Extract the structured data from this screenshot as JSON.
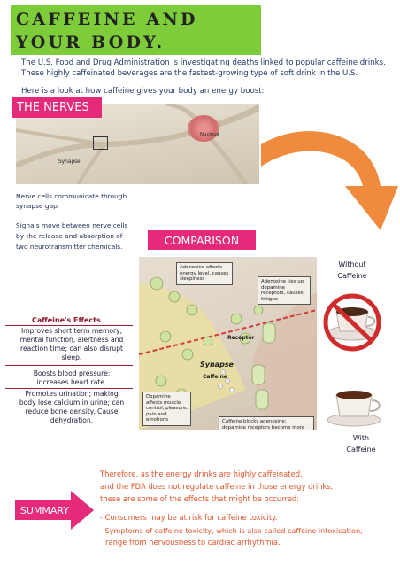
{
  "title": {
    "line1": "CAFFEINE AND",
    "line2": "YOUR BODY."
  },
  "intro": {
    "line1": "The U.S. Food and Drug Administration is investigating deaths linked to popular caffeine drinks.",
    "line2": "These highly caffeinated beverages are the fastest-growing type of soft drink in the U.S.",
    "line3": "Here is a look at how caffeine gives your body an energy boost:"
  },
  "nerves": {
    "heading": "THE NERVES",
    "nucleus_label": "Nucleus",
    "synapse_label": "Synapse",
    "text1_line1": "Nerve cells communicate through",
    "text1_line2": "synapse gap.",
    "text2_line1": "Signals move between nerve cells",
    "text2_line2": "by the release and absorption of",
    "text2_line3": "two neurotransmitter chemicals."
  },
  "comparison": {
    "heading": "COMPARISON",
    "adenosine_callout": "Adenosine affects energy level, causes sleepiness",
    "adenosine_ties": "Adenosine ties up dopamine receptors, causes fatigue",
    "receptor_label": "Receptor",
    "synapse_label": "Synapse",
    "caffeine_label": "Caffeine",
    "dopamine_callout": "Dopamine affects muscle control, pleasure, pain and emotions",
    "caffeine_blocks": "Caffeine blocks adenosine; dopamine receptors become more active",
    "without_line1": "Without",
    "without_line2": "Caffeine",
    "with_line1": "With",
    "with_line2": "Caffeine"
  },
  "effects": {
    "title": "Caffeine's Effects",
    "items": [
      {
        "line1": "Improves short term memory,",
        "line2": "mental function, alertness and",
        "line3": "reaction time; can also disrupt",
        "line4": "sleep."
      },
      {
        "line1": "Boosts blood pressure;",
        "line2": "increases heart rate."
      },
      {
        "line1": "Promotes urination; making",
        "line2": "body lose calcium in urine; can",
        "line3": "reduce bone density. Cause",
        "line4": "dehydration."
      }
    ]
  },
  "summary": {
    "heading": "SUMMARY",
    "line1": "Therefore, as the energy drinks are highly caffeinated,",
    "line2": "and the FDA does not regulate caffeine in those energy drinks,",
    "line3": "these are some of the effects that might be occurred:",
    "bullet1": "- Consumers may be at risk for caffeine toxicity.",
    "bullet2": "- Symptoms of caffeine toxicity, which is also called caffeine intoxication,",
    "bullet2_cont": "range from nervousness to cardiac arrhythmia."
  },
  "colors": {
    "accent_pink": "#e62a7a",
    "title_green": "#7fcc3a",
    "arrow_orange": "#f08a3c"
  }
}
